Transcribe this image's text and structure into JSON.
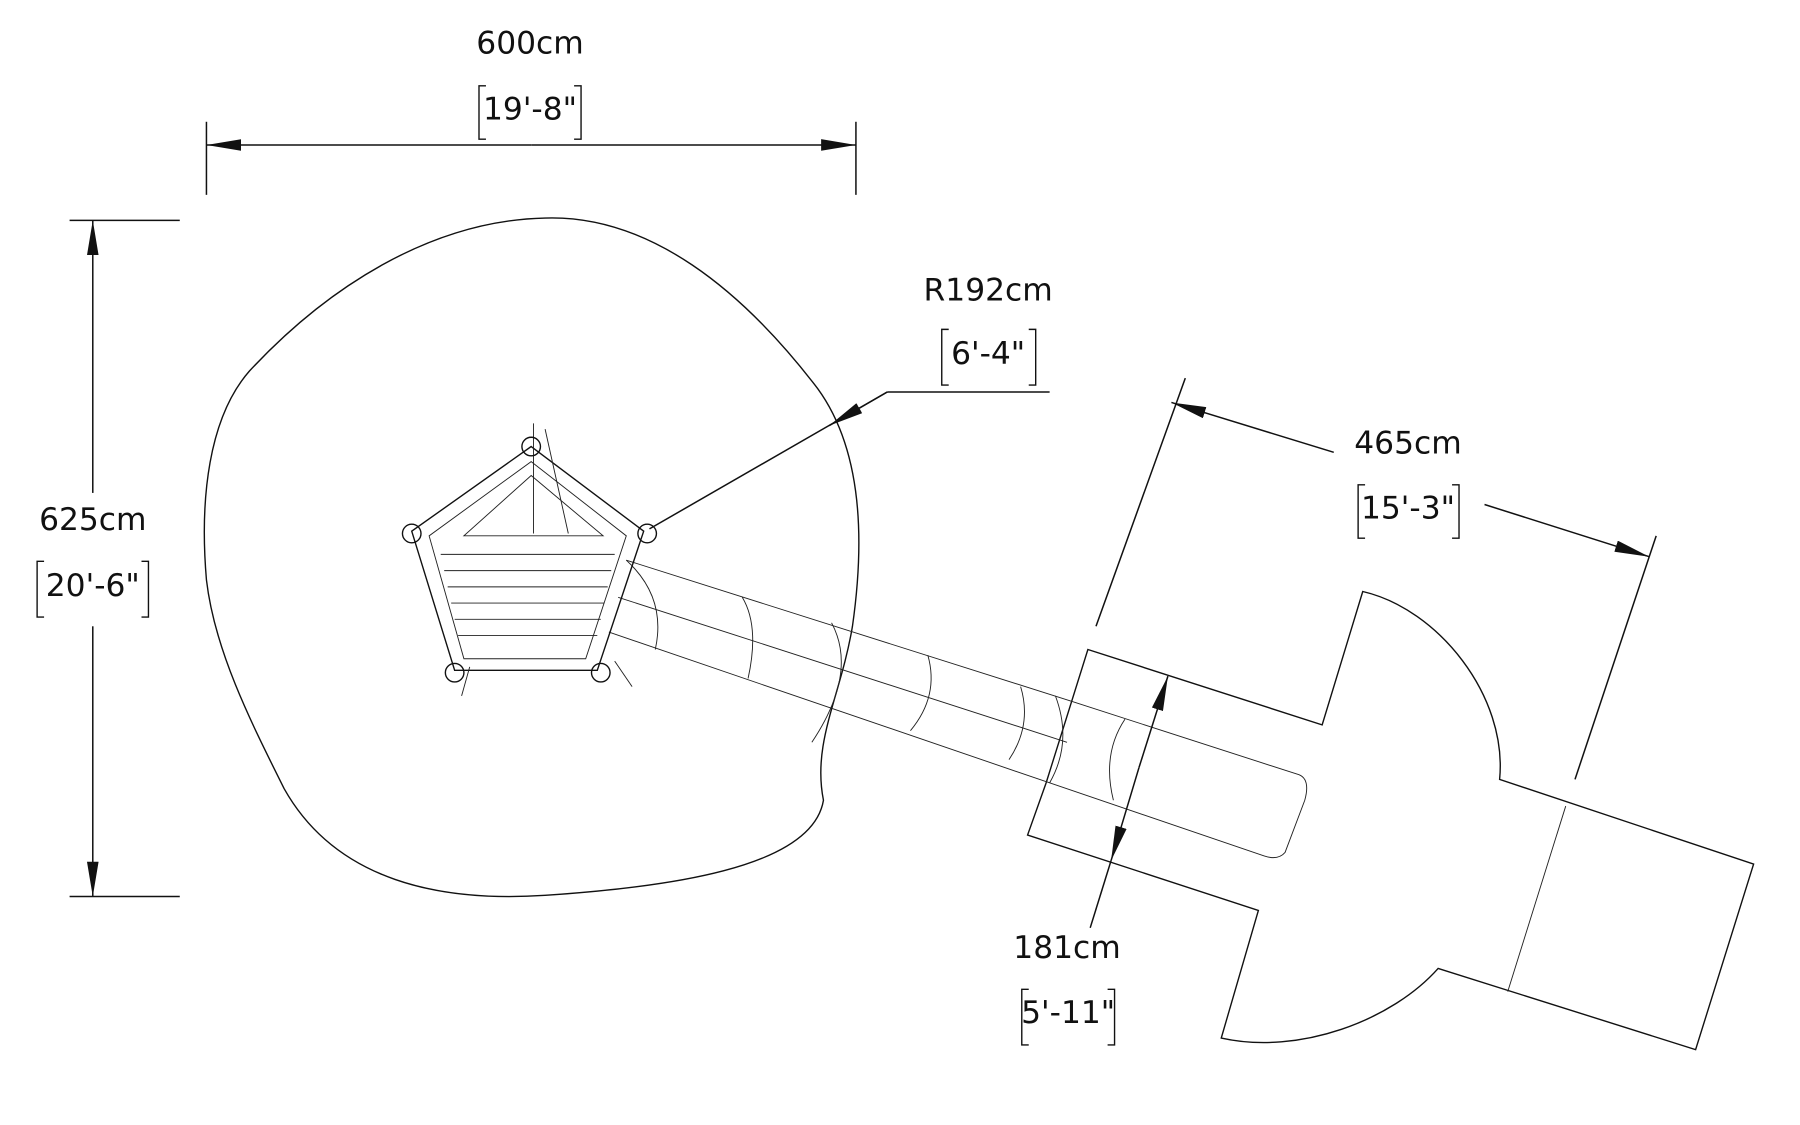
{
  "dimensions": {
    "width": {
      "metric": "600cm",
      "imperial": "19'-8\""
    },
    "depth": {
      "metric": "625cm",
      "imperial": "20'-6\""
    },
    "radius": {
      "metric": "R192cm",
      "imperial": "6'-4\""
    },
    "slide_zone_length": {
      "metric": "465cm",
      "imperial": "15'-3\""
    },
    "slide_zone_width": {
      "metric": "181cm",
      "imperial": "5'-11\""
    }
  }
}
